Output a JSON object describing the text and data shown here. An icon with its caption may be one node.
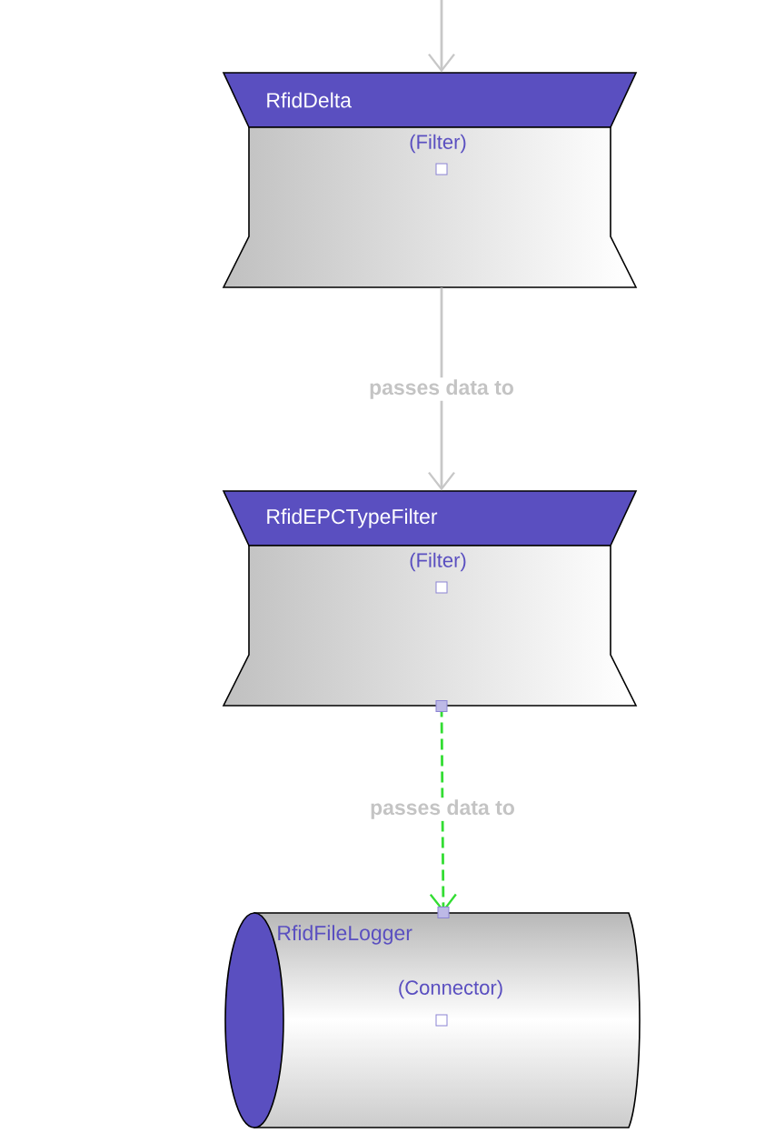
{
  "diagram": {
    "nodes": [
      {
        "text": [
          "RfidDelta",
          "(Filter)"
        ]
      },
      {
        "text": [
          "RfidEPCTypeFilter",
          "(Filter)"
        ]
      },
      {
        "text": [
          "RfidFileLogger",
          "(Connector)"
        ]
      }
    ],
    "edges": [
      {
        "from": null,
        "to": 0,
        "arrow": "to"
      },
      {
        "from": 0,
        "to": 1,
        "arrow": "to",
        "label": "passes data to"
      },
      {
        "from": 1,
        "to": 2,
        "arrow": "to",
        "label": "passes data to",
        "style": "dashed",
        "color": "#33dd33"
      }
    ]
  }
}
